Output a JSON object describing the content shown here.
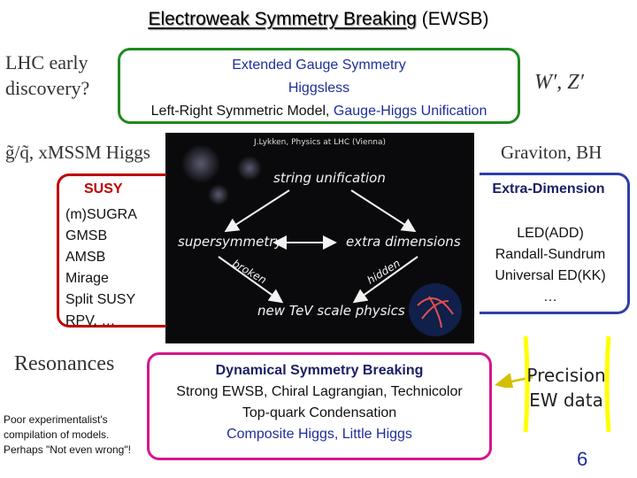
{
  "title": {
    "main": "Electroweak Symmetry Breaking",
    "suffix": " (EWSB)"
  },
  "lhc_label": {
    "line1": "LHC early",
    "line2": "discovery?"
  },
  "gauge": {
    "line1": "Extended Gauge Symmetry",
    "line2": "Higgsless",
    "line3a": "Left-Right Symmetric Model, ",
    "line3b": "Gauge-Higgs Unification"
  },
  "wz_label": "W′, Z′",
  "gluino_label": "g̃/q̃, xMSSM Higgs",
  "graviton_label": "Graviton, BH",
  "photo": {
    "credit": "J.Lykken, Physics at LHC (Vienna)",
    "string_unification": "string unification",
    "supersymmetry": "supersymmetry",
    "extra_dimensions": "extra dimensions",
    "broken": "broken",
    "hidden": "hidden",
    "new_tev": "new TeV scale physics"
  },
  "susy": {
    "title": "SUSY",
    "items": [
      "(m)SUGRA",
      "GMSB",
      "AMSB",
      "Mirage",
      "Split SUSY",
      "RPV, …"
    ]
  },
  "extra_dim": {
    "title": "Extra-Dimension",
    "items": [
      "LED(ADD)",
      "Randall-Sundrum",
      "Universal ED(KK)",
      "…"
    ]
  },
  "resonances_label": "Resonances",
  "dynamical": {
    "title": "Dynamical Symmetry Breaking",
    "line2": "Strong EWSB, Chiral Lagrangian, Technicolor",
    "line3": "Top-quark Condensation",
    "line4": "Composite Higgs, Little Higgs"
  },
  "note": {
    "line1": "Poor experimentalist's",
    "line2": "compilation of models.",
    "line3": "Perhaps \"Not even wrong\"!"
  },
  "precision": {
    "line1": "Precision",
    "line2": "EW data"
  },
  "page_number": "6",
  "colors": {
    "green": "#1e8a1e",
    "red": "#c00000",
    "blue": "#2f3fa8",
    "magenta": "#d6168e",
    "yellow": "#ffff00"
  }
}
